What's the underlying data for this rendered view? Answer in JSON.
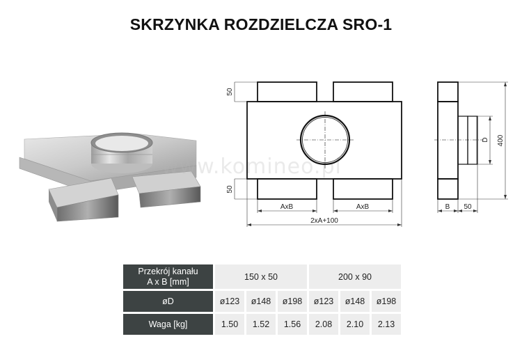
{
  "title": "SKRZYNKA ROZDZIELCZA SRO-1",
  "watermark": "www.komineo.pl",
  "drawing_front": {
    "dim_top_height": "50",
    "dim_bottom_height": "50",
    "dim_outlet_left": "AxB",
    "dim_outlet_right": "AxB",
    "dim_total_width": "2xA+100"
  },
  "drawing_side": {
    "dim_diameter": "D",
    "dim_height": "400",
    "dim_depth": "B",
    "dim_collar": "50"
  },
  "table": {
    "row_headers": {
      "section_line1": "Przekrój kanału",
      "section_line2": "A x B [mm]",
      "diameter": "øD",
      "weight": "Waga [kg]"
    },
    "groups": [
      "150 x 50",
      "200 x 90"
    ],
    "diameters": [
      "ø123",
      "ø148",
      "ø198",
      "ø123",
      "ø148",
      "ø198"
    ],
    "weights": [
      "1.50",
      "1.52",
      "1.56",
      "2.08",
      "2.10",
      "2.13"
    ]
  },
  "colors": {
    "header_bg": "#3d4343",
    "cell_bg": "#ededed"
  }
}
